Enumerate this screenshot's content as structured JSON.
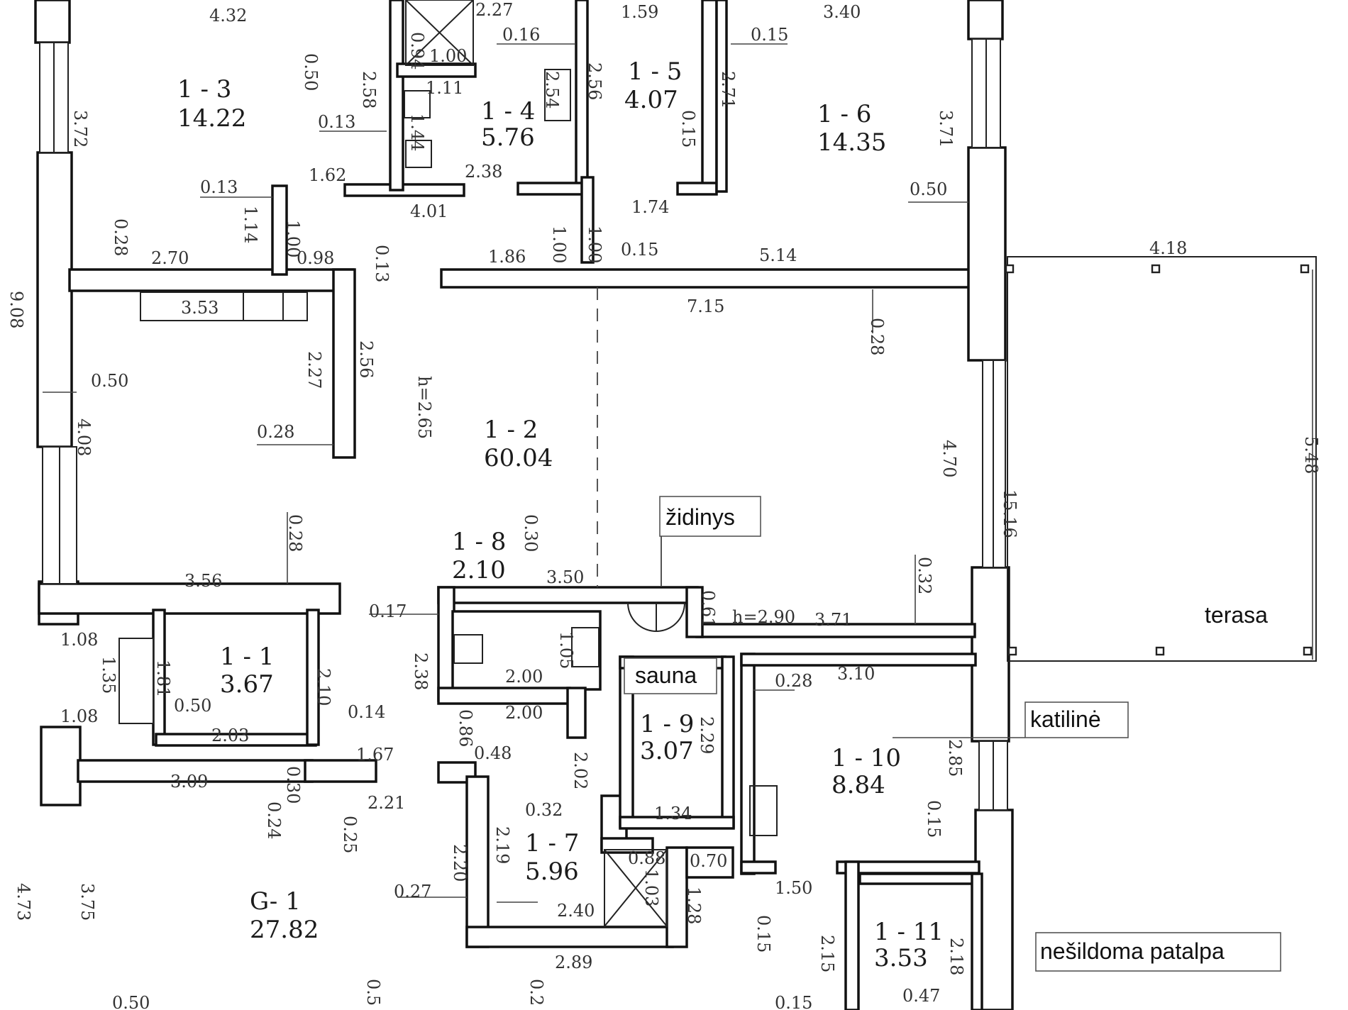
{
  "rooms": {
    "r1_1": {
      "id": "1 - 1",
      "area": "3.67"
    },
    "r1_2": {
      "id": "1 - 2",
      "area": "60.04"
    },
    "r1_3": {
      "id": "1 - 3",
      "area": "14.22"
    },
    "r1_4": {
      "id": "1 - 4",
      "area": "5.76"
    },
    "r1_5": {
      "id": "1 - 5",
      "area": "4.07"
    },
    "r1_6": {
      "id": "1 - 6",
      "area": "14.35"
    },
    "r1_7": {
      "id": "1 - 7",
      "area": "5.96"
    },
    "r1_8": {
      "id": "1 - 8",
      "area": "2.10"
    },
    "r1_9": {
      "id": "1 - 9",
      "area": "3.07"
    },
    "r1_10": {
      "id": "1 - 10",
      "area": "8.84"
    },
    "r1_11": {
      "id": "1 - 11",
      "area": "3.53"
    },
    "g1": {
      "id": "G- 1",
      "area": "27.82"
    }
  },
  "labels": {
    "zidinys": "židinys",
    "sauna": "sauna",
    "katiline": "katilinė",
    "terasa": "terasa",
    "nesildoma": "nešildoma patalpa",
    "h_265": "h=2.65",
    "h_290": "h=2.90"
  },
  "dimensions": {
    "d432": "4.32",
    "d050a": "0.50",
    "d227": "2.27",
    "d094": "0.94",
    "d100a": "1.00",
    "d016": "0.16",
    "d159": "1.59",
    "d015a": "0.15",
    "d340": "3.40",
    "d258": "2.58",
    "d111": "1.11",
    "d254": "2.54",
    "d256a": "2.56",
    "d271": "2.71",
    "d372": "3.72",
    "d013a": "0.13",
    "d144": "1.44",
    "d015b": "0.15",
    "d371": "3.71",
    "d162": "1.62",
    "d238a": "2.38",
    "d013b": "0.13",
    "d174": "1.74",
    "d050b": "0.50",
    "d114": "1.14",
    "d401": "4.01",
    "d028a": "0.28",
    "d100b": "1.00",
    "d100c": "1.00",
    "d100d": "1.00",
    "d013c": "0.13",
    "d270": "2.70",
    "d098": "0.98",
    "d186": "1.86",
    "d015c": "0.15",
    "d514": "5.14",
    "d418": "4.18",
    "d908": "9.08",
    "d353": "3.53",
    "d715": "7.15",
    "d028b": "0.28",
    "d227b": "2.27",
    "d256b": "2.56",
    "d050c": "0.50",
    "d408": "4.08",
    "d028c": "0.28",
    "d548": "5.48",
    "d470": "4.70",
    "d1516": "15.16",
    "d028d": "0.28",
    "d030": "0.30",
    "d032a": "0.32",
    "d356": "3.56",
    "d350": "3.50",
    "d017": "0.17",
    "d061": "0.61",
    "d371b": "3.71",
    "d105": "1.05",
    "d108a": "1.08",
    "d135": "1.35",
    "d181": "1.81",
    "d238b": "2.38",
    "d200a": "2.00",
    "d028e": "0.28",
    "d310": "3.10",
    "d210": "2.10",
    "d050d": "0.50",
    "d014": "0.14",
    "d108b": "1.08",
    "d200b": "2.00",
    "d229": "2.29",
    "d203": "2.03",
    "d086": "0.86",
    "d048": "0.48",
    "d167": "1.67",
    "d285": "2.85",
    "d309": "3.09",
    "d030b": "0.30",
    "d202": "2.02",
    "d221": "2.21",
    "d024": "0.24",
    "d025": "0.25",
    "d032b": "0.32",
    "d134": "1.34",
    "d015d": "0.15",
    "d219": "2.19",
    "d088": "0.88",
    "d070": "0.70",
    "d103": "1.03",
    "d220": "2.20",
    "d027": "0.27",
    "d150": "1.50",
    "d128": "1.28",
    "d473": "4.73",
    "d375": "3.75",
    "d240": "2.40",
    "d015e": "0.15",
    "d215": "2.15",
    "d218": "2.18",
    "d289": "2.89",
    "d05x": "0.5",
    "d02x": "0.2",
    "d050e": "0.50",
    "d015f": "0.15",
    "d047": "0.47"
  }
}
